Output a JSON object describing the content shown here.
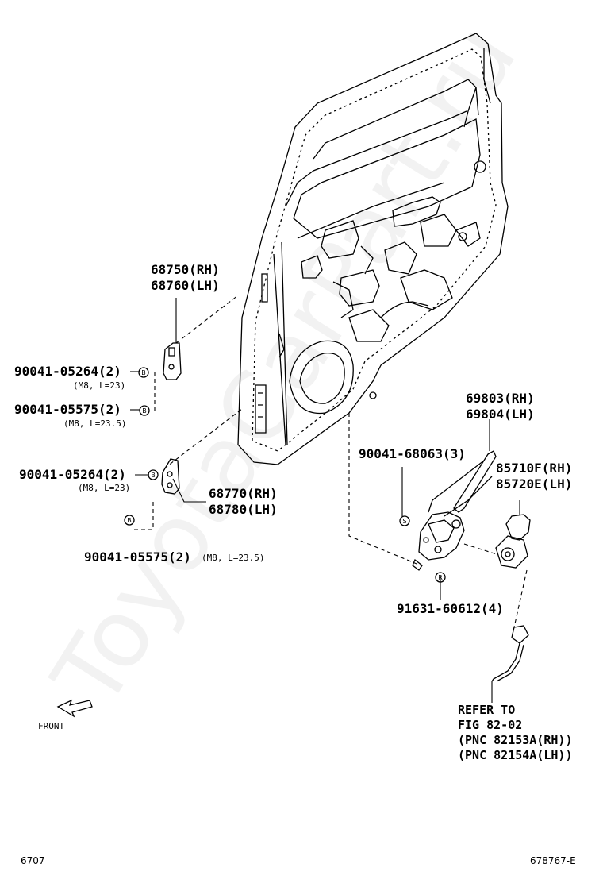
{
  "labels": {
    "hinge_upper": [
      "68750(RH)",
      "68760(LH)"
    ],
    "bolt_upper_1": "90041-05264(2)",
    "bolt_upper_1_spec": "(M8, L=23)",
    "bolt_upper_2": "90041-05575(2)",
    "bolt_upper_2_spec": "(M8, L=23.5)",
    "bolt_lower_1": "90041-05264(2)",
    "bolt_lower_1_spec": "(M8, L=23)",
    "hinge_lower": [
      "68770(RH)",
      "68780(LH)"
    ],
    "bolt_lower_2": "90041-05575(2)",
    "bolt_lower_2_spec": "(M8, L=23.5)",
    "regulator": [
      "69803(RH)",
      "69804(LH)"
    ],
    "screw": "90041-68063(3)",
    "motor": [
      "85710F(RH)",
      "85720E(LH)"
    ],
    "nut": "91631-60612(4)",
    "refer": [
      "REFER TO",
      "FIG 82-02",
      "(PNC 82153A(RH))",
      "(PNC 82154A(LH))"
    ],
    "front": "FRONT",
    "page_left": "6707",
    "page_right": "678767-E",
    "watermark": "ToyotaCarPart.ru"
  },
  "callouts": {
    "b": "B",
    "s": "S",
    "r": "R"
  },
  "icons": [
    "front-arrow-icon",
    "callout-b-icon",
    "callout-s-icon",
    "callout-r-icon"
  ]
}
